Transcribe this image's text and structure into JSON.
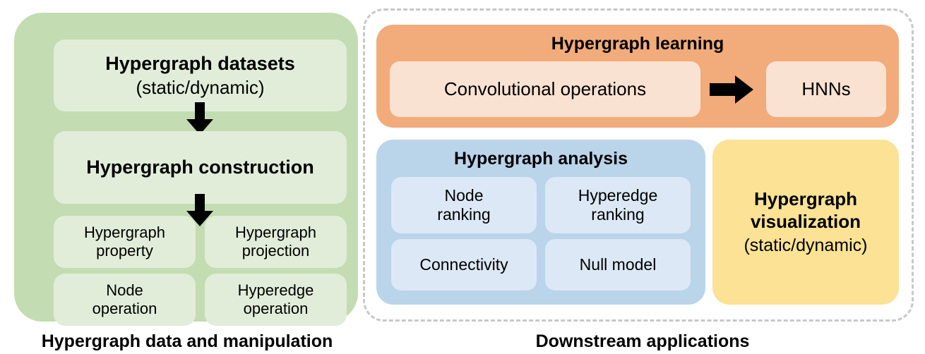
{
  "left_group": {
    "caption": "Hypergraph data and manipulation",
    "panel_color": "#c3dcb2",
    "box_color": "#e1edd9",
    "datasets": {
      "title": "Hypergraph datasets",
      "subtitle": "(static/dynamic)"
    },
    "construction": {
      "title": "Hypergraph construction"
    },
    "grid": [
      {
        "label": "Hypergraph\nproperty"
      },
      {
        "label": "Hypergraph\nprojection"
      },
      {
        "label": "Node\noperation"
      },
      {
        "label": "Hyperedge\noperation"
      }
    ],
    "arrows": [
      {
        "name": "arrow-datasets-to-construction",
        "direction": "down"
      },
      {
        "name": "arrow-construction-to-grid",
        "direction": "down"
      }
    ]
  },
  "right_group": {
    "caption": "Downstream applications",
    "border_color": "#c8c8c8",
    "learning": {
      "title": "Hypergraph learning",
      "panel_color": "#f2ab7a",
      "box_color": "#fae2d2",
      "left_box": "Convolutional operations",
      "right_box": "HNNs",
      "arrow": {
        "name": "arrow-conv-to-hnns",
        "direction": "right"
      }
    },
    "analysis": {
      "title": "Hypergraph analysis",
      "panel_color": "#bad4ea",
      "box_color": "#dce8f5",
      "grid": [
        {
          "label": "Node\nranking"
        },
        {
          "label": "Hyperedge\nranking"
        },
        {
          "label": "Connectivity"
        },
        {
          "label": "Null model"
        }
      ]
    },
    "visualization": {
      "title": "Hypergraph\nvisualization",
      "title_line1": "Hypergraph",
      "title_line2": "visualization",
      "subtitle": "(static/dynamic)",
      "panel_color": "#fbe294"
    }
  }
}
